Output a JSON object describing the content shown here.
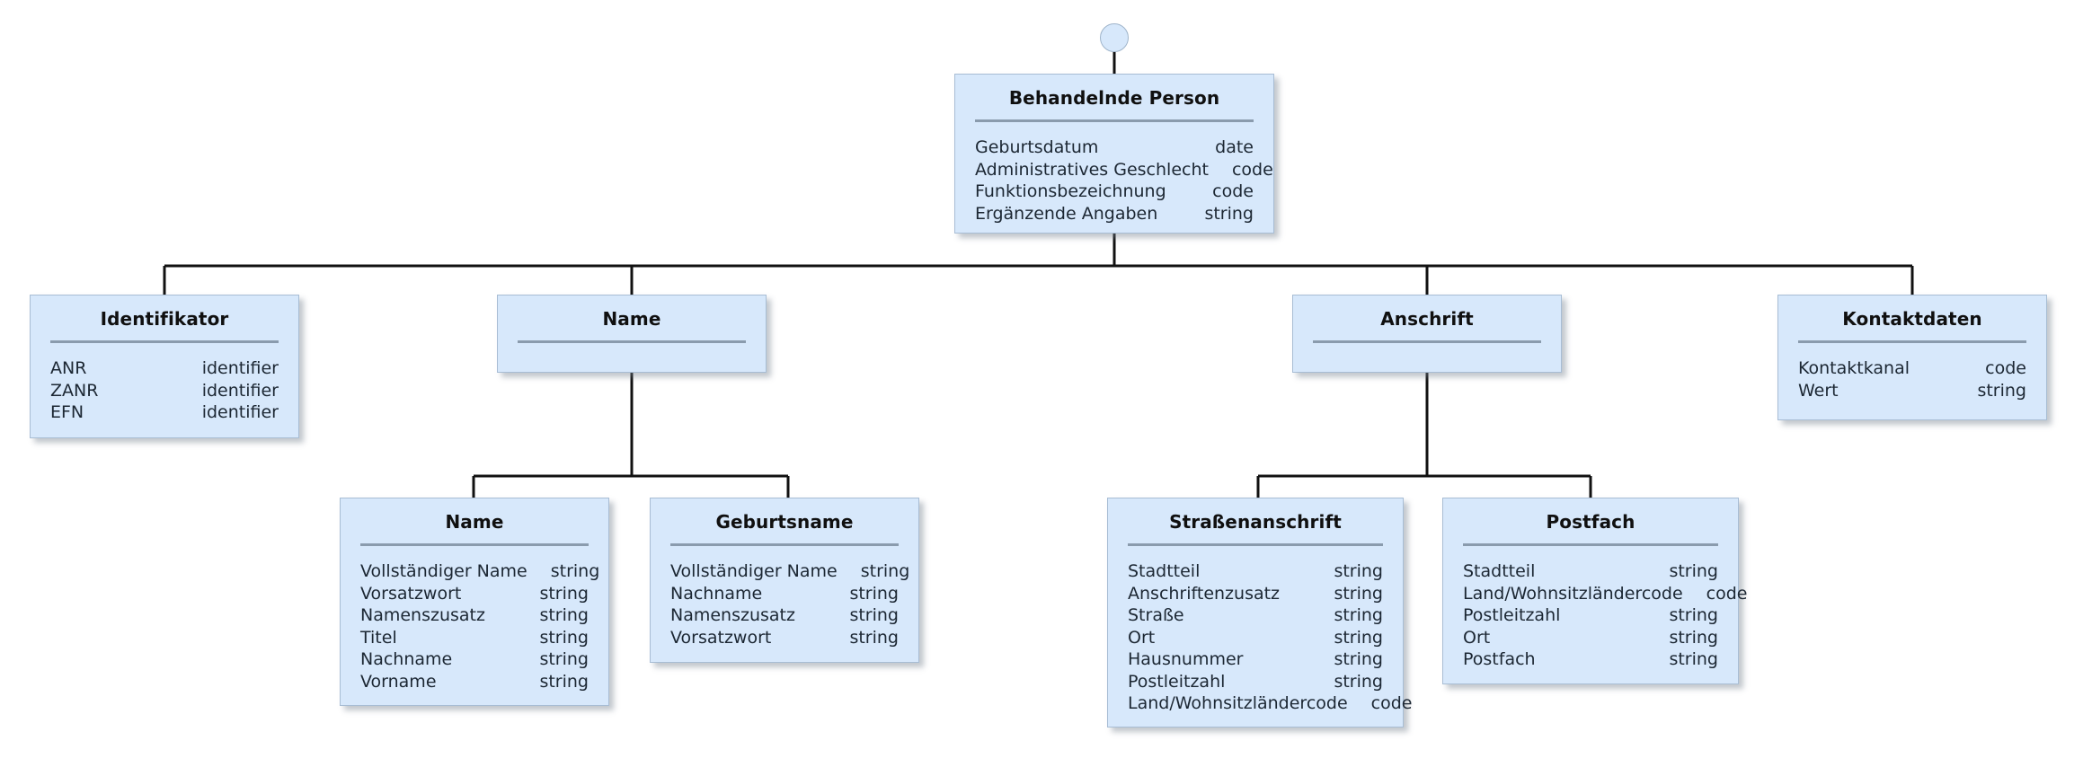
{
  "diagram": {
    "title": "Behandelnde Person — Klassendiagramm",
    "colors": {
      "node_fill": "#d7e8fb",
      "node_border": "#a8bdd4",
      "divider": "#8a9bad",
      "connector": "#111111",
      "text": "#1c2733",
      "title_text": "#101010",
      "background": "#ffffff"
    },
    "anchor": {
      "shape": "circle",
      "name": "root-anchor-circle"
    }
  },
  "nodes": {
    "root": {
      "title": "Behandelnde Person",
      "attributes": [
        {
          "name": "Geburtsdatum",
          "type": "date"
        },
        {
          "name": "Administratives Geschlecht",
          "type": "code"
        },
        {
          "name": "Funktionsbezeichnung",
          "type": "code"
        },
        {
          "name": "Ergänzende Angaben",
          "type": "string"
        }
      ]
    },
    "identifikator": {
      "title": "Identifikator",
      "attributes": [
        {
          "name": "ANR",
          "type": "identifier"
        },
        {
          "name": "ZANR",
          "type": "identifier"
        },
        {
          "name": "EFN",
          "type": "identifier"
        }
      ]
    },
    "name_group": {
      "title": "Name",
      "attributes": []
    },
    "anschrift_group": {
      "title": "Anschrift",
      "attributes": []
    },
    "kontaktdaten": {
      "title": "Kontaktdaten",
      "attributes": [
        {
          "name": "Kontaktkanal",
          "type": "code"
        },
        {
          "name": "Wert",
          "type": "string"
        }
      ]
    },
    "name_detail": {
      "title": "Name",
      "attributes": [
        {
          "name": "Vollständiger Name",
          "type": "string"
        },
        {
          "name": "Vorsatzwort",
          "type": "string"
        },
        {
          "name": "Namenszusatz",
          "type": "string"
        },
        {
          "name": "Titel",
          "type": "string"
        },
        {
          "name": "Nachname",
          "type": "string"
        },
        {
          "name": "Vorname",
          "type": "string"
        }
      ]
    },
    "geburtsname": {
      "title": "Geburtsname",
      "attributes": [
        {
          "name": "Vollständiger Name",
          "type": "string"
        },
        {
          "name": "Nachname",
          "type": "string"
        },
        {
          "name": "Namenszusatz",
          "type": "string"
        },
        {
          "name": "Vorsatzwort",
          "type": "string"
        }
      ]
    },
    "strassenanschrift": {
      "title": "Straßenanschrift",
      "attributes": [
        {
          "name": "Stadtteil",
          "type": "string"
        },
        {
          "name": "Anschriftenzusatz",
          "type": "string"
        },
        {
          "name": "Straße",
          "type": "string"
        },
        {
          "name": "Ort",
          "type": "string"
        },
        {
          "name": "Hausnummer",
          "type": "string"
        },
        {
          "name": "Postleitzahl",
          "type": "string"
        },
        {
          "name": "Land/Wohnsitzländercode",
          "type": "code"
        }
      ]
    },
    "postfach": {
      "title": "Postfach",
      "attributes": [
        {
          "name": "Stadtteil",
          "type": "string"
        },
        {
          "name": "Land/Wohnsitzländercode",
          "type": "code"
        },
        {
          "name": "Postleitzahl",
          "type": "string"
        },
        {
          "name": "Ort",
          "type": "string"
        },
        {
          "name": "Postfach",
          "type": "string"
        }
      ]
    }
  }
}
